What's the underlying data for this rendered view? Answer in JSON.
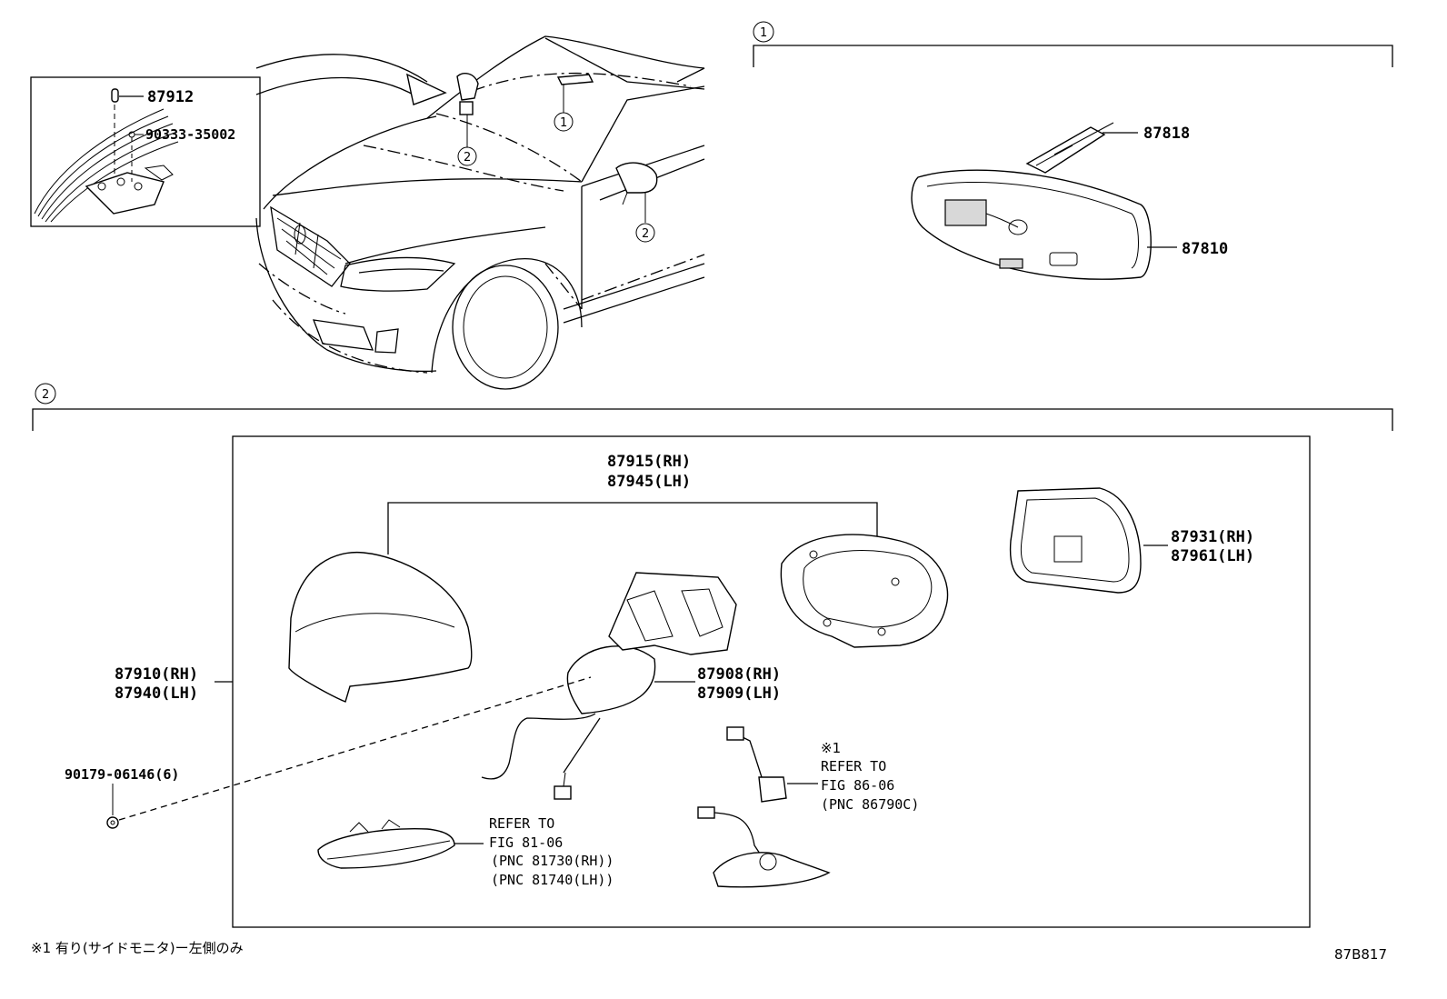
{
  "callouts": {
    "one": "1",
    "two": "2"
  },
  "detail_box": {
    "part_87912": "87912",
    "part_90333": "90333-35002"
  },
  "section1": {
    "part_87818": "87818",
    "part_87810": "87810"
  },
  "section2": {
    "cover_rh": "87915(RH)",
    "cover_lh": "87945(LH)",
    "glass_rh": "87931(RH)",
    "glass_lh": "87961(LH)",
    "assy_rh": "87910(RH)",
    "assy_lh": "87940(LH)",
    "sub_rh": "87908(RH)",
    "sub_lh": "87909(LH)",
    "screw": "90179-06146(6)",
    "camera_note_mark": "※1",
    "camera_ref_line1": "REFER TO",
    "camera_ref_line2": "FIG 86-06",
    "camera_ref_line3": "(PNC 86790C)",
    "lamp_ref_line1": "REFER TO",
    "lamp_ref_line2": "FIG 81-06",
    "lamp_ref_line3": "(PNC 81730(RH))",
    "lamp_ref_line4": "(PNC 81740(LH))"
  },
  "footnote": "※1 有り(サイドモニタ)ー左側のみ",
  "figure_code": "87B817"
}
